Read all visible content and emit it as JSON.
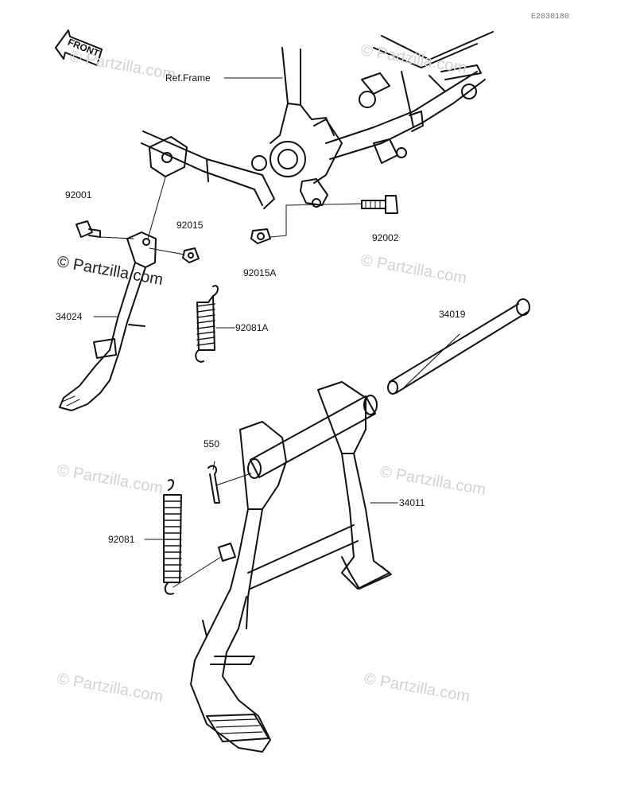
{
  "diagram_code": "E2030180",
  "front_label": "FRONT",
  "ref_frame_label": "Ref.Frame",
  "watermark_main": "© Partzilla.com",
  "watermark_text": "© Partzilla.com",
  "parts": {
    "p92001": "92001",
    "p92015": "92015",
    "p92015A": "92015A",
    "p92002": "92002",
    "p34024": "34024",
    "p92081A": "92081A",
    "p34019": "34019",
    "p550": "550",
    "p34011": "34011",
    "p92081": "92081"
  }
}
